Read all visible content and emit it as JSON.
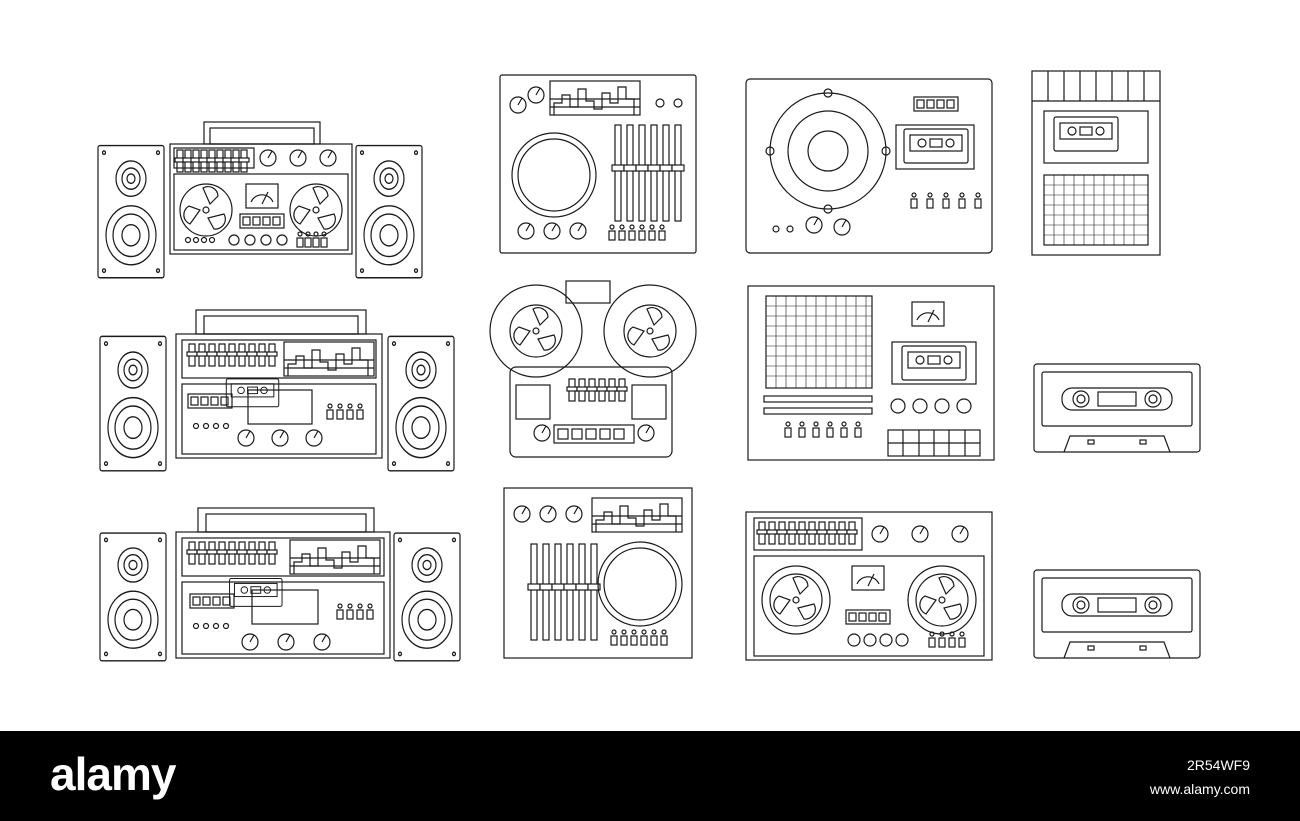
{
  "colors": {
    "line": "#1a1a1a",
    "background": "#ffffff",
    "footer": "#000000",
    "footer_text": "#ffffff"
  },
  "illustrations": [
    {
      "name": "boombox-reel-to-reel",
      "icon": "boombox-icon"
    },
    {
      "name": "reel-deck-equalizer-panel",
      "icon": "mixer-icon"
    },
    {
      "name": "cassette-deck-speaker",
      "icon": "cassette-deck-icon"
    },
    {
      "name": "portable-cassette-recorder",
      "icon": "cassette-recorder-icon"
    },
    {
      "name": "boombox-equalizer-cassette",
      "icon": "boombox-icon"
    },
    {
      "name": "reel-to-reel-tape-recorder",
      "icon": "reel-recorder-icon"
    },
    {
      "name": "cassette-deck-grille",
      "icon": "cassette-deck-icon"
    },
    {
      "name": "cassette-tape",
      "icon": "cassette-icon"
    },
    {
      "name": "boombox-equalizer-cassette-2",
      "icon": "boombox-icon"
    },
    {
      "name": "equalizer-mixer-panel",
      "icon": "mixer-icon"
    },
    {
      "name": "reel-deck-panel",
      "icon": "reel-recorder-icon"
    },
    {
      "name": "cassette-tape-2",
      "icon": "cassette-icon"
    }
  ],
  "footer": {
    "logo": "alamy",
    "image_id": "2R54WF9",
    "site": "www.alamy.com"
  }
}
